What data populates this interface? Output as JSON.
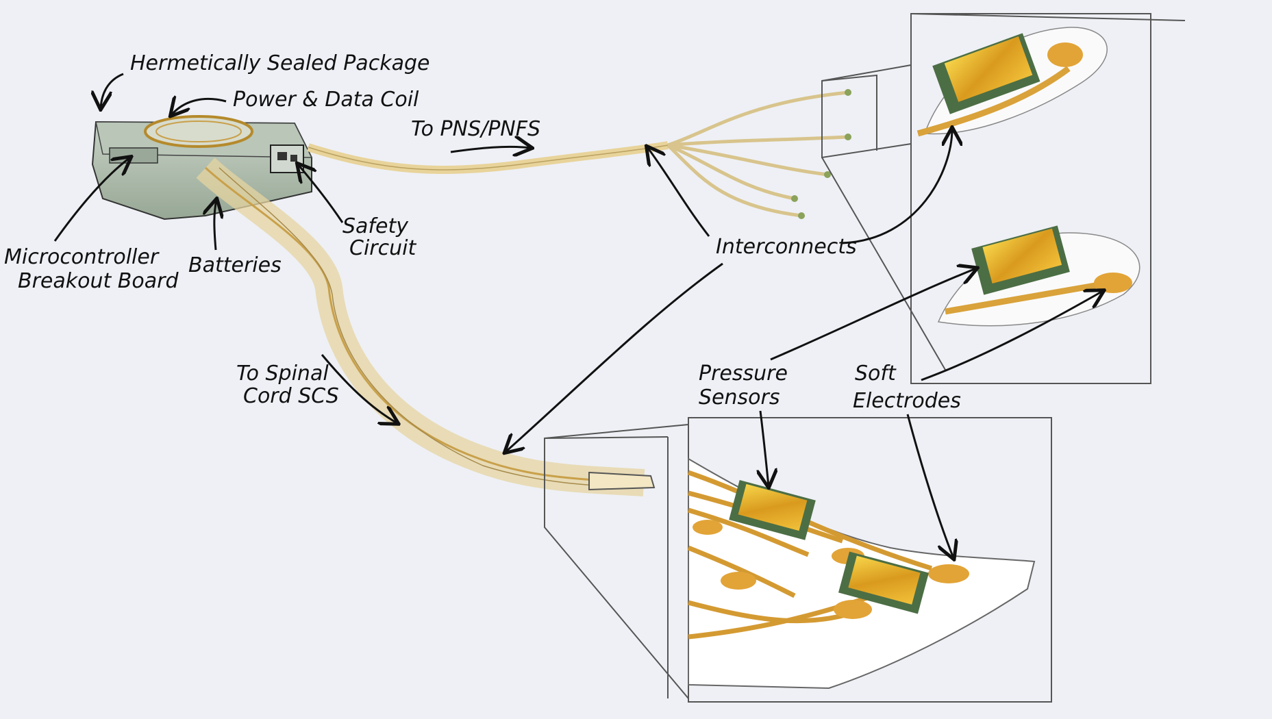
{
  "labels": {
    "hermetic": "Hermetically Sealed Package",
    "coil": "Power & Data Coil",
    "pns": "To PNS/PNFS",
    "micro_1": "Microcontroller",
    "micro_2": "Breakout Board",
    "batteries": "Batteries",
    "safety_1": "Safety",
    "safety_2": "Circuit",
    "interconnects": "Interconnects",
    "spinal_1": "To Spinal",
    "spinal_2": "Cord SCS",
    "pressure_1": "Pressure",
    "pressure_2": "Sensors",
    "soft_1": "Soft",
    "soft_2": "Electrodes"
  },
  "colors": {
    "background": "#eef0f5",
    "ink": "#111111",
    "package": "#aab8ab",
    "gold": "#d4a23a",
    "sensor_green": "#4c6e45",
    "substrate": "#ffffff"
  }
}
